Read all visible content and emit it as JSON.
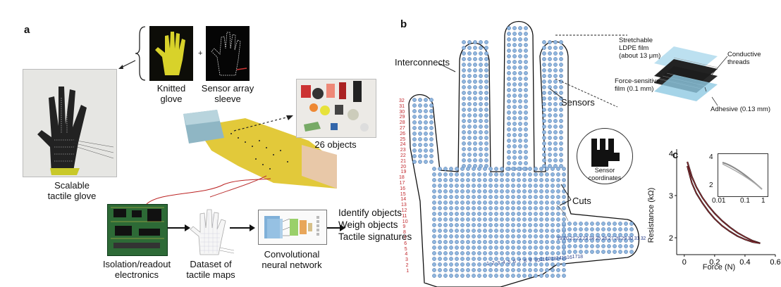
{
  "panel_a": {
    "label": "a",
    "knitted_glove": "Knitted\nglove",
    "plus": "+",
    "sensor_sleeve": "Sensor array\nsleeve",
    "scalable_glove": "Scalable\ntactile glove",
    "objects_count": "26 objects",
    "isolation": "Isolation/readout\nelectronics",
    "dataset": "Dataset of\ntactile maps",
    "cnn": "Convolutional\nneural network",
    "outputs": [
      "Identify objects",
      "Weigh objects",
      "Tactile signatures"
    ]
  },
  "panel_b": {
    "label": "b",
    "interconnects": "Interconnects",
    "sensors": "Sensors",
    "cuts": "Cuts",
    "sensor_coordinates": "Sensor\ncoordinates",
    "layers": {
      "ldpe": "Stretchable\nLDPE film\n(about 13 μm)",
      "conductive": "Conductive\nthreads",
      "force": "Force-sensitive\nfilm (0.1 mm)",
      "adhesive": "Adhesive (0.13 mm)"
    },
    "left_numbers": [
      "32",
      "31",
      "30",
      "29",
      "28",
      "27",
      "26",
      "25",
      "24",
      "23",
      "22",
      "21",
      "20",
      "19",
      "18",
      "17",
      "16",
      "15",
      "14",
      "13",
      "12",
      "11",
      "10",
      "9",
      "8",
      "7",
      "6",
      "5",
      "4",
      "3",
      "2",
      "1"
    ],
    "bottom_numbers": [
      "1",
      "2",
      "3",
      "4",
      "5",
      "6",
      "7",
      "8",
      "9",
      "10",
      "11",
      "12",
      "13",
      "14",
      "15",
      "16",
      "17",
      "18"
    ],
    "thumb_numbers": "19 20 21 22 23 24 25 26 27 28 29 30 31 32"
  },
  "panel_c": {
    "label": "c",
    "ylabel": "Resistance (kΩ)",
    "xlabel": "Force (N)",
    "xticks": [
      "0",
      "0.2",
      "0.4",
      "0.6"
    ],
    "yticks": [
      "2",
      "3",
      "4"
    ],
    "inset_xticks": [
      "0.01",
      "0.1",
      "1"
    ],
    "inset_yticks": [
      "2",
      "4"
    ]
  },
  "chart_data": {
    "type": "line",
    "xlabel": "Force (N)",
    "ylabel": "Resistance (kΩ)",
    "xlim": [
      -0.05,
      0.6
    ],
    "ylim": [
      1.6,
      4.1
    ],
    "series": [
      {
        "x": [
          0.02,
          0.05,
          0.08,
          0.12,
          0.16,
          0.2,
          0.25,
          0.3,
          0.35,
          0.4,
          0.45,
          0.5
        ],
        "y": [
          3.8,
          3.45,
          3.2,
          2.95,
          2.75,
          2.58,
          2.4,
          2.25,
          2.12,
          2.02,
          1.93,
          1.87
        ]
      },
      {
        "x": [
          0.5,
          0.45,
          0.4,
          0.35,
          0.3,
          0.25,
          0.2,
          0.16,
          0.12,
          0.08,
          0.05,
          0.02
        ],
        "y": [
          1.87,
          1.9,
          1.96,
          2.04,
          2.15,
          2.28,
          2.45,
          2.62,
          2.82,
          3.05,
          3.3,
          3.7
        ]
      }
    ]
  }
}
